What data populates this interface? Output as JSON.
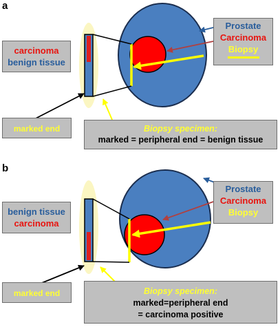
{
  "panels": [
    {
      "label": "a",
      "legend": {
        "prostate": "Prostate",
        "carcinoma": "Carcinoma",
        "biopsy": "Biopsy"
      },
      "tissue_labels": [
        "carcinoma",
        "benign tissue"
      ],
      "marked_end": "marked end",
      "specimen": {
        "title": "Biopsy specimen:",
        "lines": [
          "marked = peripheral end = benign tissue"
        ]
      }
    },
    {
      "label": "b",
      "legend": {
        "prostate": "Prostate",
        "carcinoma": "Carcinoma",
        "biopsy": "Biopsy"
      },
      "tissue_labels": [
        "benign tissue",
        "carcinoma"
      ],
      "marked_end": "marked end",
      "specimen": {
        "title": "Biopsy specimen:",
        "lines": [
          "marked=peripheral end",
          "= carcinoma positive"
        ]
      }
    }
  ],
  "colors": {
    "prostate": "#4a7fc0",
    "carcinoma": "#ff0000",
    "biopsy": "#ffff00",
    "needle_glow": "#fbf6c2",
    "box": "#bfbfbf",
    "prostate_arrow": "#2a5e9c",
    "carcinoma_arrow": "#b04040"
  }
}
